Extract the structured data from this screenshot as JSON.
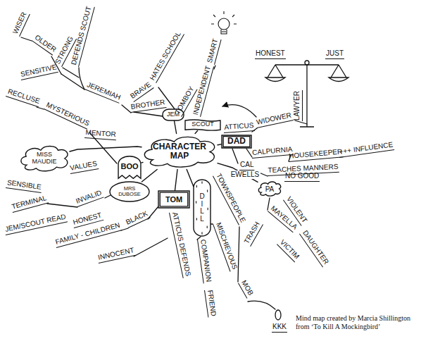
{
  "diagram": {
    "caption": "Mind map created by Marcia Shillington from ‘To Kill A Mockingbird’",
    "nodes": [
      {
        "text": [
          "CHARACTER MAP"
        ]
      },
      {
        "text": [
          "SCOUT"
        ]
      },
      {
        "text": [
          "JEM"
        ]
      },
      {
        "text": [
          "BOO"
        ]
      },
      {
        "text": [
          "MISS MAUDIE"
        ]
      },
      {
        "text": [
          "MRS DUBOSE"
        ]
      },
      {
        "text": [
          "TOM"
        ]
      },
      {
        "text": [
          "DILL"
        ]
      },
      {
        "text": [
          "DAD"
        ]
      },
      {
        "text": [
          "PA"
        ]
      }
    ],
    "edges": [
      {
        "from": 0,
        "to": 1,
        "arrow": "none"
      },
      {
        "from": 0,
        "to": 2,
        "arrow": "none"
      },
      {
        "from": 0,
        "to": 3,
        "arrow": "none"
      },
      {
        "from": 0,
        "to": 4,
        "arrow": "none"
      },
      {
        "from": 0,
        "to": 5,
        "arrow": "none"
      },
      {
        "from": 0,
        "to": 6,
        "arrow": "none"
      },
      {
        "from": 0,
        "to": 7,
        "arrow": "none"
      },
      {
        "from": 0,
        "to": 8,
        "arrow": "none"
      },
      {
        "from": 0,
        "to": 9,
        "label": "EWELLS",
        "arrow": "none"
      }
    ],
    "labels": [
      "WISER",
      "OLDER",
      "STRONG",
      "DEFENDS SCOUT",
      "SENSITIVE",
      "JEREMIAH",
      "RECLUSE",
      "MYSTERIOUS",
      "BROTHER",
      "BRAVE",
      "HATES SCHOOL",
      "TOMBOY",
      "INDEPENDENT",
      "SMART",
      "HONEST",
      "JUST",
      "LAWYER",
      "WIDOWER",
      "ATTICUS",
      "CALPURNIA",
      "HOUSEKEEPER",
      "+++ INFLUENCE",
      "CAL",
      "TEACHES MANNERS",
      "MENTOR",
      "VALUES",
      "SENSIBLE",
      "TERMINAL",
      "INVALID",
      "JEM/SCOUT READ",
      "HONEST",
      "FAMILY - CHILDREN",
      "BLACK",
      "INNOCENT",
      "ATTICUS DEFENDS",
      "COMPANION",
      "FRIEND",
      "MISCHIEVOUS",
      "TOWNSPEOPLE",
      "TRASH",
      "NO GOOD",
      "VIOLENT",
      "MAYELLA",
      "DAUGHTER",
      "VICTIM",
      "MOB",
      "KKK"
    ]
  }
}
